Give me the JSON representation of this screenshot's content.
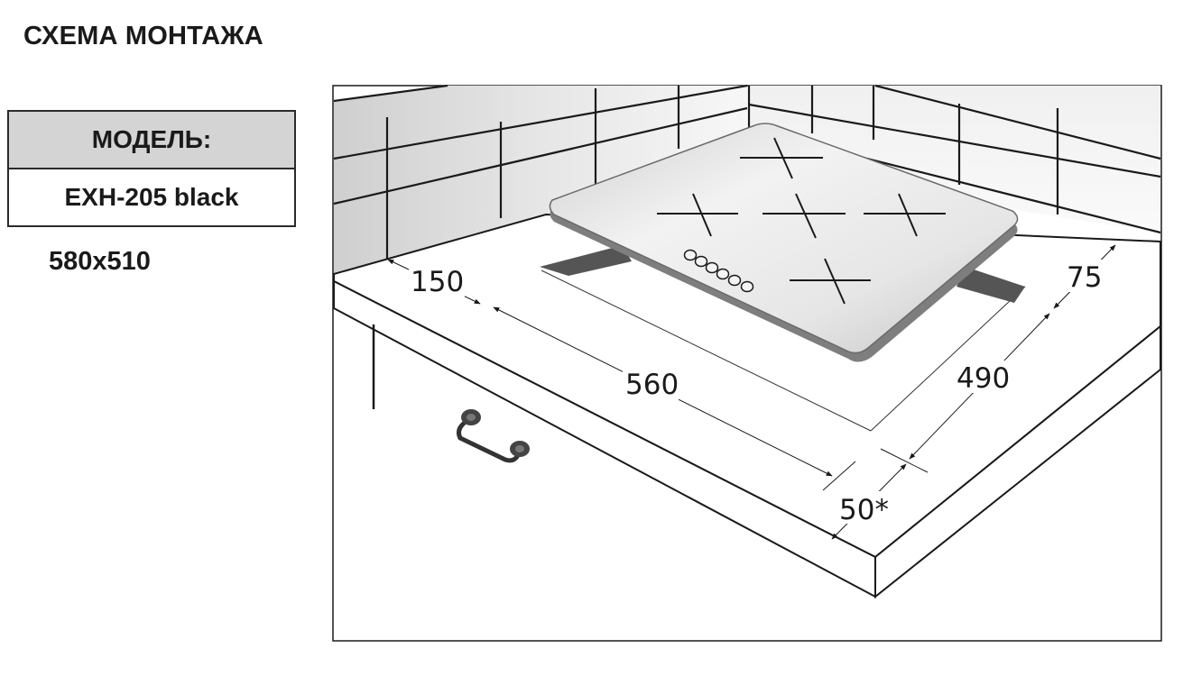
{
  "page": {
    "title": "СХЕМА МОНТАЖА"
  },
  "model": {
    "header": "МОДЕЛЬ:",
    "name": "EXH-205 black",
    "size": "580x510"
  },
  "diagram": {
    "dimensions": {
      "top_offset": "150",
      "width": "560",
      "depth": "490",
      "back_offset": "75",
      "front_offset": "50*"
    },
    "control_knobs": 6,
    "cooking_zones": 5
  }
}
